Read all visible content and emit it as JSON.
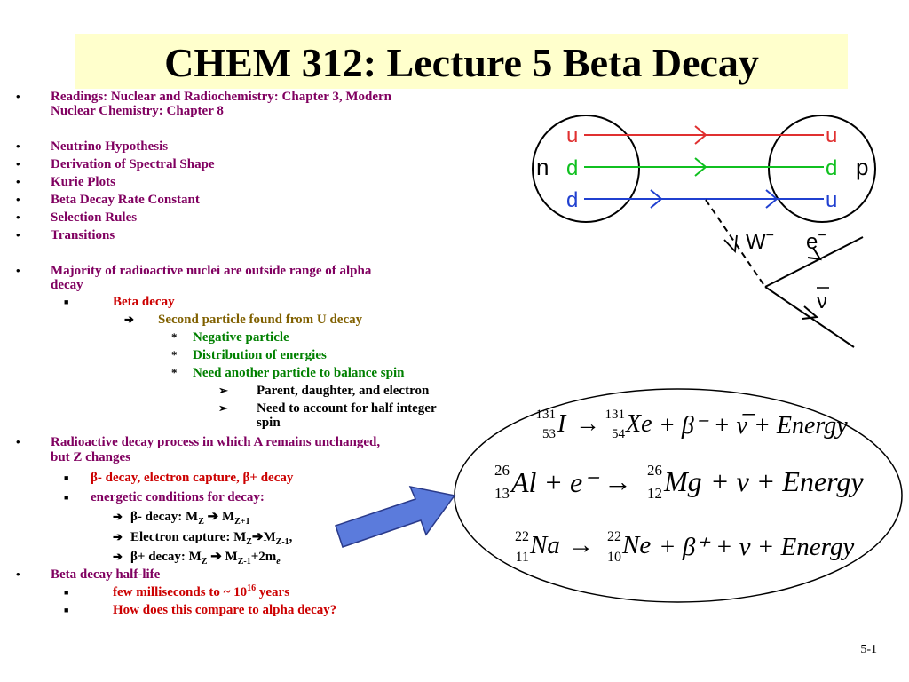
{
  "title": "CHEM 312:  Lecture 5  Beta Decay",
  "bullets": {
    "readings_1": "Readings:  Nuclear and Radiochemistry:  Chapter 3, Modern",
    "readings_2": "Nuclear Chemistry:  Chapter 8",
    "b1": "Neutrino Hypothesis",
    "b2": "Derivation of Spectral Shape",
    "b3": "Kurie Plots",
    "b4": "Beta Decay Rate Constant",
    "b5": "Selection Rules",
    "b6": "Transitions",
    "maj_1": "Majority of radioactive nuclei are outside range of alpha",
    "maj_2": "decay",
    "beta_decay": "Beta decay",
    "second_particle": "Second particle found from U decay",
    "neg_particle": "Negative particle",
    "dist_energies": "Distribution of energies",
    "need_particle": "Need another particle to balance spin",
    "parent": "Parent, daughter, and electron",
    "half_spin_1": "Need to account for half integer",
    "half_spin_2": "spin",
    "rad_1": "Radioactive decay process in which A remains unchanged,",
    "rad_2": "but Z changes",
    "decay_types_a": "- decay, electron capture, ",
    "decay_types_b": "+ decay",
    "energetic": "energetic conditions for decay:",
    "cond1_a": "- decay: M",
    "cond2_a": "Electron capture: M",
    "cond3_a": "+ decay: M",
    "sub_z": "Z",
    "sub_z1p": "Z+1",
    "sub_z1m": "Z-1",
    "m_letter": "M",
    "cond3_tail": "+2m",
    "sub_e": "e",
    "comma": ",",
    "half_life": "Beta decay half-life",
    "ms_a": "few milliseconds to ~ 10",
    "ms_sup": "16",
    "ms_b": " years",
    "compare": "How does this compare to alpha decay?"
  },
  "diagram": {
    "u_left": "u",
    "d_left1": "d",
    "d_left2": "d",
    "u_right": "u",
    "d_right": "d",
    "u_right2": "u",
    "n": "n",
    "p": "p",
    "w": "W",
    "w_sup": "−",
    "e": "e",
    "e_sup": "−",
    "nu": "ν"
  },
  "equations": {
    "eq1": {
      "A1": "131",
      "Z1": "53",
      "X1": "I",
      "A2": "131",
      "Z2": "54",
      "X2": "Xe",
      "tail": "+ β⁻ + ν̅ + Energy"
    },
    "eq2": {
      "A1": "26",
      "Z1": "13",
      "X1": "Al + e⁻",
      "A2": "26",
      "Z2": "12",
      "X2": "Mg",
      "tail": "+ ν + Energy"
    },
    "eq3": {
      "A1": "22",
      "Z1": "11",
      "X1": "Na",
      "A2": "22",
      "Z2": "10",
      "X2": "Ne",
      "tail": "+ β⁺ + ν + Energy"
    }
  },
  "page_number": "5-1",
  "colors": {
    "accent_purple": "#800060",
    "red": "#cc0000",
    "olive": "#806000",
    "green": "#008000",
    "arrow_blue": "#5b7bdc"
  }
}
